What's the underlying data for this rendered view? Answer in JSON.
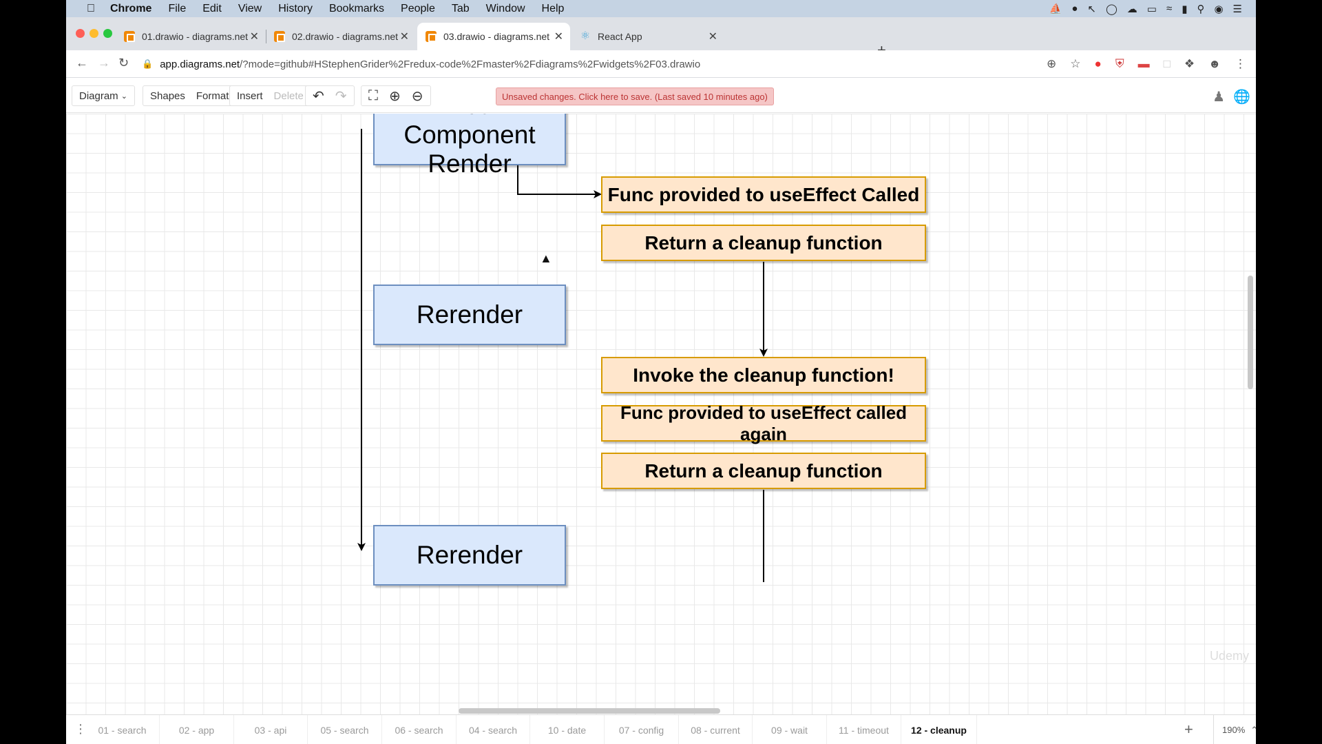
{
  "menubar": {
    "app": "Chrome",
    "items": [
      "File",
      "Edit",
      "View",
      "History",
      "Bookmarks",
      "People",
      "Tab",
      "Window",
      "Help"
    ]
  },
  "tabs": [
    {
      "title": "01.drawio - diagrams.net",
      "active": false
    },
    {
      "title": "02.drawio - diagrams.net",
      "active": false
    },
    {
      "title": "03.drawio - diagrams.net",
      "active": true
    },
    {
      "title": "React App",
      "active": false
    }
  ],
  "address": {
    "domain": "app.diagrams.net",
    "path": "/?mode=github#HStephenGrider%2Fredux-code%2Fmaster%2Fdiagrams%2Fwidgets%2F03.drawio"
  },
  "toolbar": {
    "diagram": "Diagram",
    "shapes": "Shapes",
    "format": "Format",
    "insert": "Insert",
    "delete": "Delete",
    "save_banner": "Unsaved changes. Click here to save. (Last saved 10 minutes ago)"
  },
  "diagram": {
    "initial_render": "Initial Component Render",
    "rerender_1": "Rerender",
    "rerender_2": "Rerender",
    "func_called": "Func provided to useEffect Called",
    "return_cleanup_1": "Return a cleanup function",
    "invoke_cleanup": "Invoke the cleanup function!",
    "func_called_again": "Func provided to useEffect called again",
    "return_cleanup_2": "Return a cleanup function"
  },
  "watermark": "Udemy",
  "pages": [
    {
      "label": "01 - search",
      "active": false
    },
    {
      "label": "02 - app",
      "active": false
    },
    {
      "label": "03 - api",
      "active": false
    },
    {
      "label": "05 - search",
      "active": false
    },
    {
      "label": "06 - search",
      "active": false
    },
    {
      "label": "04 - search",
      "active": false
    },
    {
      "label": "10 - date",
      "active": false
    },
    {
      "label": "07 - config",
      "active": false
    },
    {
      "label": "08 - current",
      "active": false
    },
    {
      "label": "09 - wait",
      "active": false
    },
    {
      "label": "11 - timeout",
      "active": false
    },
    {
      "label": "12 - cleanup",
      "active": true
    }
  ],
  "zoom": "190%",
  "colors": {
    "blue_fill": "#dae8fc",
    "blue_stroke": "#6c8ebf",
    "orange_fill": "#ffe6cc",
    "orange_stroke": "#d79b00",
    "save_banner_bg": "#f5c6c6"
  }
}
